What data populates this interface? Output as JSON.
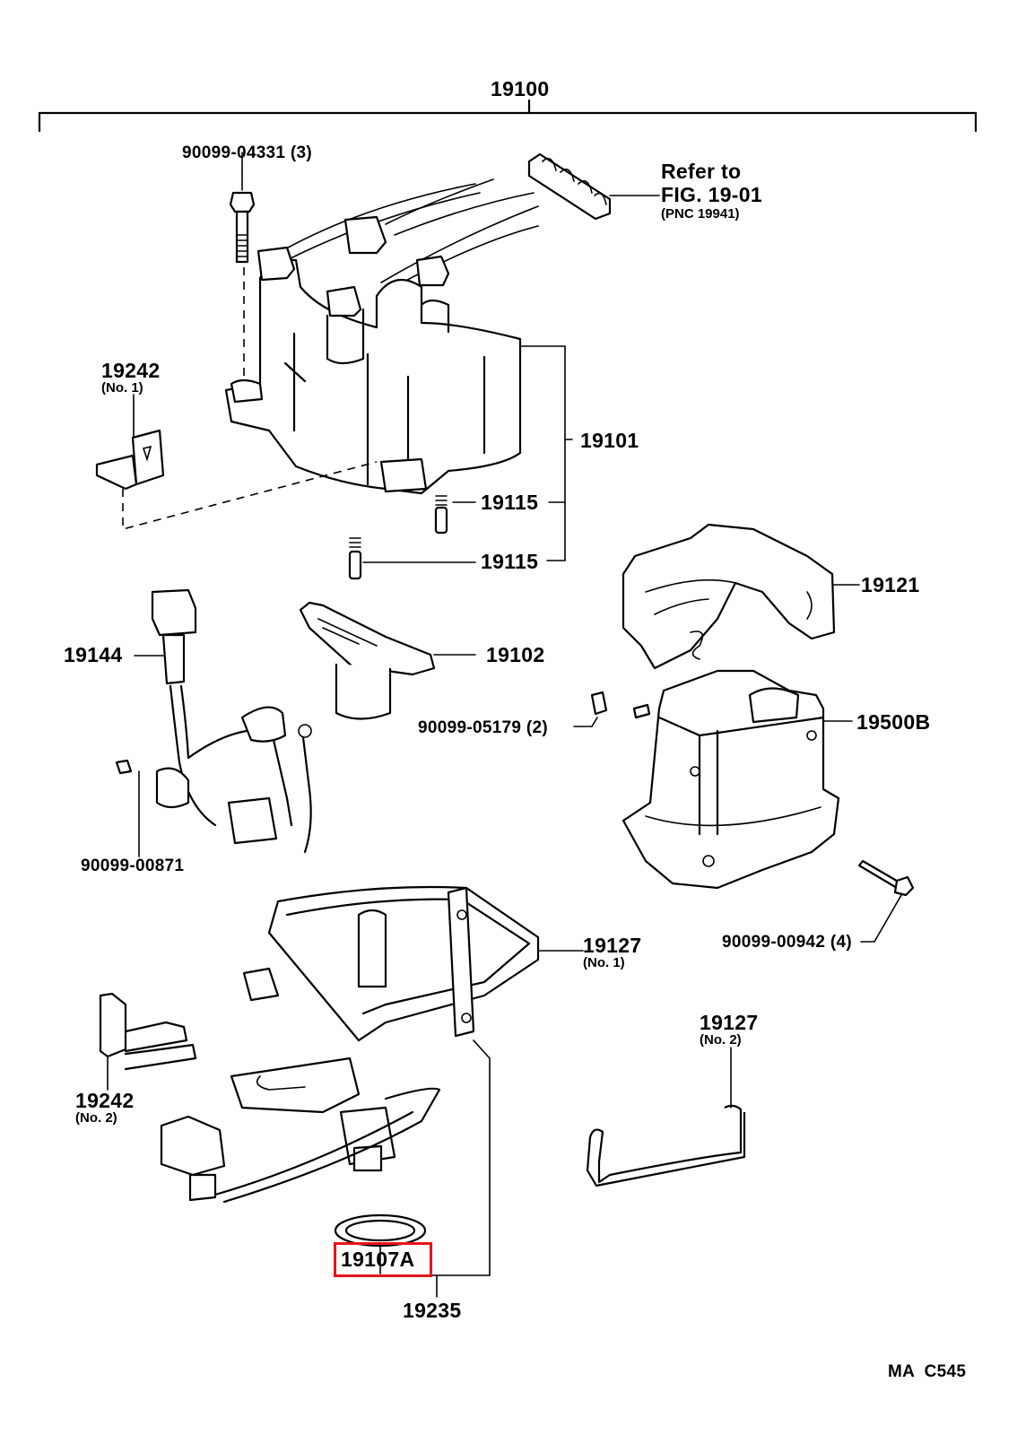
{
  "diagram": {
    "title": "Distributor assembly exploded parts diagram",
    "figure_code": "MA  C545",
    "highlight_color": "#e8141b",
    "highlighted_part": "19107A",
    "parts": {
      "assembly": {
        "number": "19100"
      },
      "screw_cap": {
        "number": "90099-04331 (3)"
      },
      "refer": {
        "line1": "Refer to",
        "line2": "FIG. 19-01",
        "line3": "(PNC 19941)"
      },
      "bracket_no1": {
        "number": "19242",
        "note": "(No. 1)"
      },
      "cap": {
        "number": "19101"
      },
      "spring_1": {
        "number": "19115"
      },
      "spring_2": {
        "number": "19115"
      },
      "cover": {
        "number": "19121"
      },
      "harness": {
        "number": "19144"
      },
      "rotor": {
        "number": "19102"
      },
      "nut": {
        "number": "90099-05179 (2)"
      },
      "housing": {
        "number": "19500B"
      },
      "screw_harness": {
        "number": "90099-00871"
      },
      "screw_housing": {
        "number": "90099-00942 (4)"
      },
      "gasket_no1": {
        "number": "19127",
        "note": "(No. 1)"
      },
      "bracket_no2": {
        "number": "19242",
        "note": "(No. 2)"
      },
      "gasket_no2": {
        "number": "19127",
        "note": "(No. 2)"
      },
      "oring": {
        "number": "19107A"
      },
      "distributor_body": {
        "number": "19235"
      }
    }
  }
}
